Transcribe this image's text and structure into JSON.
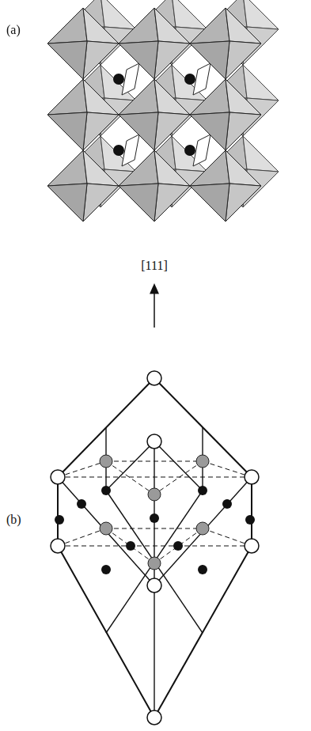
{
  "diagram": {
    "labels": [
      "(a)",
      "[111]",
      "(b)"
    ]
  }
}
